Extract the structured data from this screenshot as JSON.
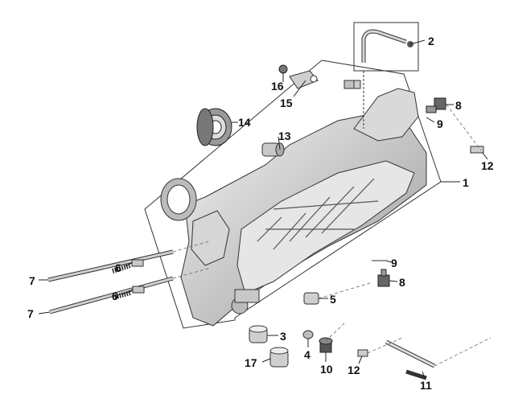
{
  "callouts": {
    "c1": "1",
    "c2": "2",
    "c3": "3",
    "c4": "4",
    "c5": "5",
    "c6a": "6",
    "c6b": "6",
    "c7a": "7",
    "c7b": "7",
    "c8a": "8",
    "c8b": "8",
    "c9a": "9",
    "c9b": "9",
    "c10": "10",
    "c11": "11",
    "c12a": "12",
    "c12b": "12",
    "c13": "13",
    "c14": "14",
    "c15": "15",
    "c16": "16",
    "c17": "17"
  },
  "colors": {
    "line": "#333333",
    "metal": "#cfcfcf",
    "dark": "#555555",
    "background": "#ffffff"
  }
}
